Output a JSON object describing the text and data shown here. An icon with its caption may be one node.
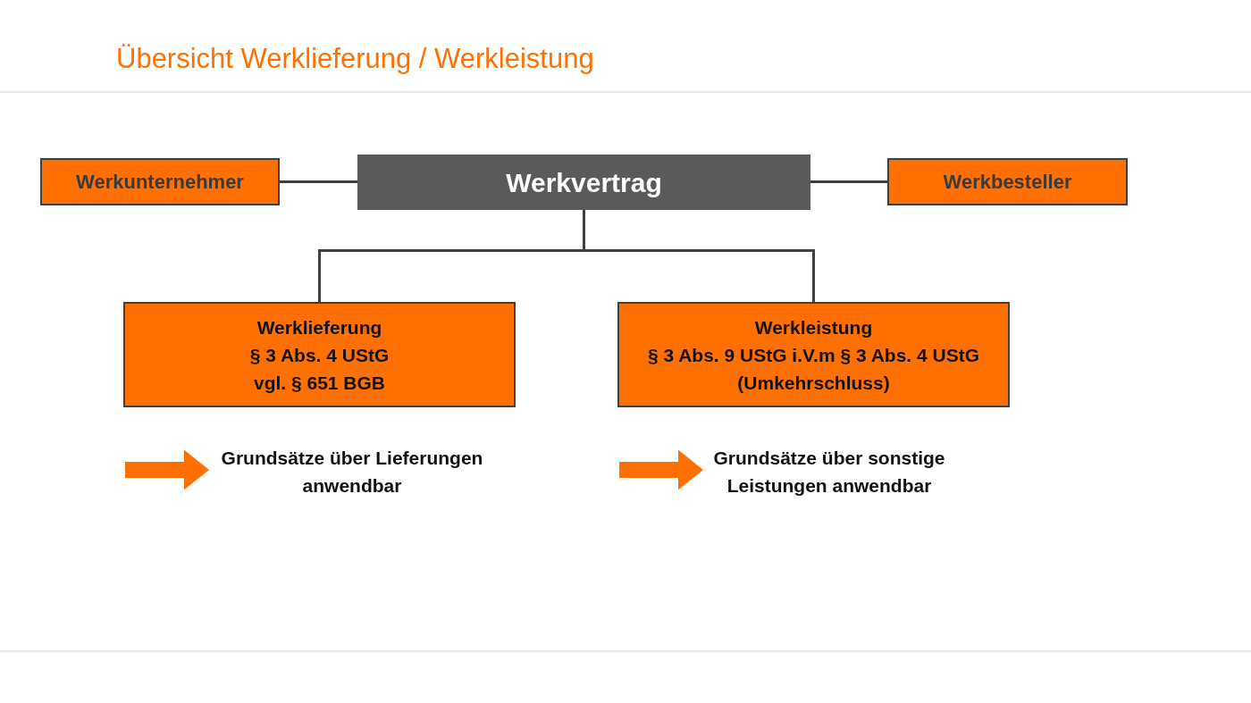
{
  "diagram": {
    "title": "Übersicht Werklieferung / Werkleistung",
    "nodes": [
      {
        "text": [
          "Werkunternehmer"
        ]
      },
      {
        "text": [
          "Werkvertrag"
        ]
      },
      {
        "text": [
          "Werkbesteller"
        ]
      },
      {
        "text": [
          "Werklieferung",
          "§ 3 Abs. 4 UStG",
          "vgl. § 651 BGB"
        ]
      },
      {
        "text": [
          "Werkleistung",
          "§ 3 Abs. 9 UStG i.V.m § 3 Abs. 4 UStG",
          "(Umkehrschluss)"
        ]
      },
      {
        "text": [
          "Grundsätze über Lieferungen anwendbar"
        ]
      },
      {
        "text": [
          "Grundsätze über sonstige Leistungen anwendbar"
        ]
      }
    ],
    "edges": [
      {
        "from": 0,
        "to": 1,
        "arrow": "none"
      },
      {
        "from": 1,
        "to": 2,
        "arrow": "none"
      },
      {
        "from": 1,
        "to": 3,
        "arrow": "none"
      },
      {
        "from": 1,
        "to": 4,
        "arrow": "none"
      },
      {
        "from": null,
        "to": 5,
        "arrow": "to",
        "style": "thick",
        "color": "#ff7000"
      },
      {
        "from": null,
        "to": 6,
        "arrow": "to",
        "style": "thick",
        "color": "#ff7000"
      }
    ]
  }
}
